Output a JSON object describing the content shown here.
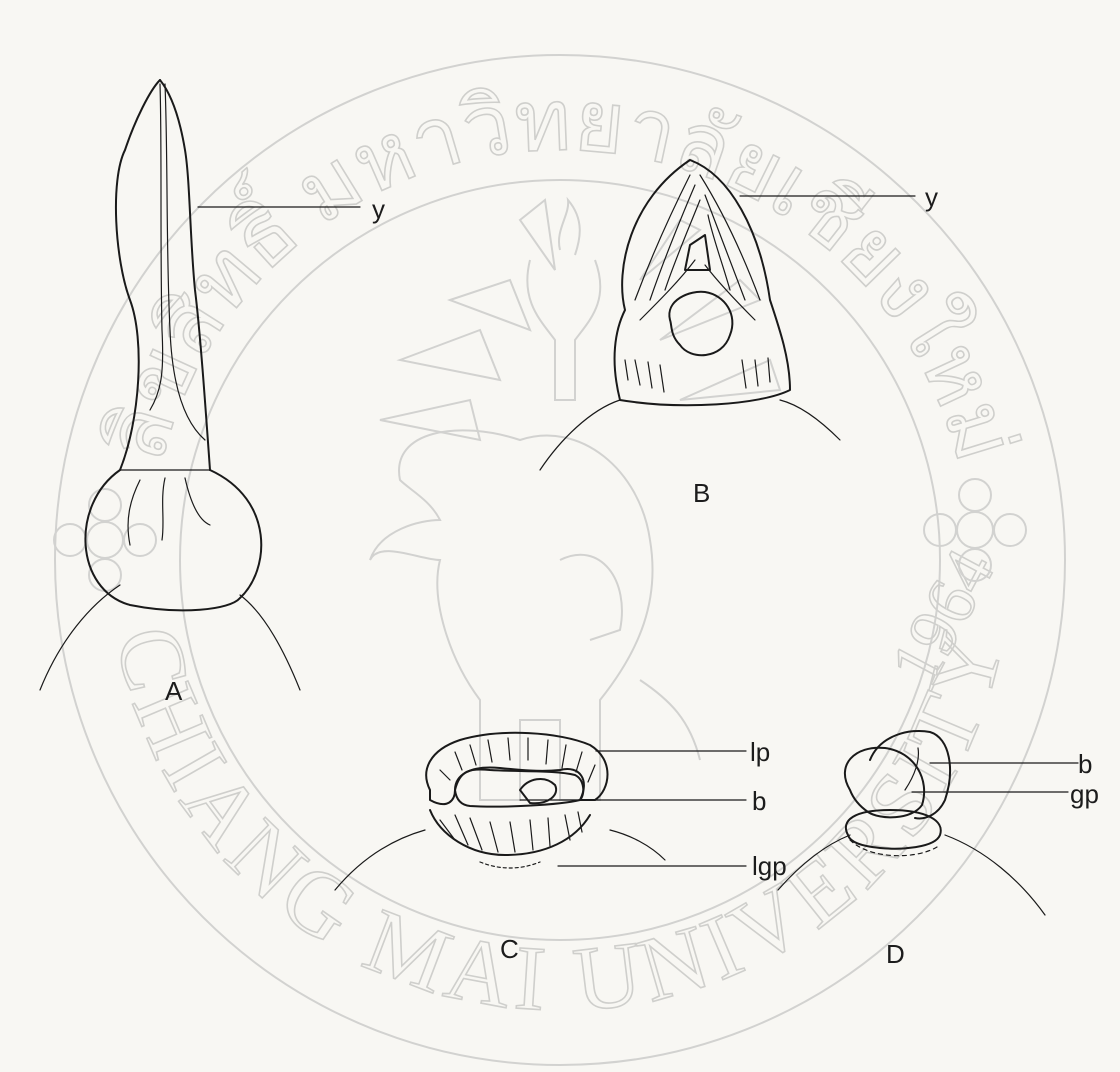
{
  "figure": {
    "panels": [
      {
        "id": "A",
        "label": "A",
        "callouts": [
          {
            "text": "y"
          }
        ]
      },
      {
        "id": "B",
        "label": "B",
        "callouts": [
          {
            "text": "y"
          }
        ]
      },
      {
        "id": "C",
        "label": "C",
        "callouts": [
          {
            "text": "lp"
          },
          {
            "text": "b"
          },
          {
            "text": "lgp"
          }
        ]
      },
      {
        "id": "D",
        "label": "D",
        "callouts": [
          {
            "text": "b"
          },
          {
            "text": "gp"
          }
        ]
      }
    ]
  },
  "watermark": {
    "top_text": "ลิขสิทธิ์ มหาวิทยาลัยเชียงใหม่",
    "bottom_text": "CHIANG MAI UNIVERSITY",
    "year": "1964",
    "color": "#d2d2d0"
  }
}
